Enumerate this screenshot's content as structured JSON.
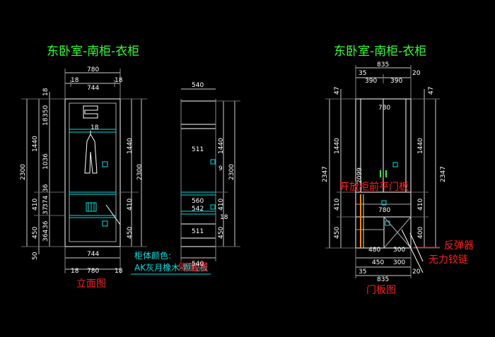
{
  "titles": {
    "left": "东卧室-南柜-衣柜",
    "right": "东卧室-南柜-衣柜"
  },
  "labels": {
    "elevation_view": "立面图",
    "side_view": "侧面图",
    "door_view": "门板图",
    "cabinet_color_title": "柜体颜色:",
    "cabinet_color_value": "AK灰月橡木-颗粒板",
    "open_door_note": "开放柜前平门板",
    "rebound_device": "反弹器",
    "hinge_note": "无力铰链"
  },
  "colors": {
    "green_title": "#33ff33",
    "red_label": "#ff2020",
    "cyan": "#00e0e0",
    "white": "#ffffff"
  },
  "elevation": {
    "top_dims": [
      "780",
      "18",
      "744",
      "18"
    ],
    "bottom_dims": [
      "744",
      "18",
      "780",
      "18"
    ],
    "left_outer": [
      "2300"
    ],
    "left_mid": [
      "1440",
      "410",
      "450",
      "50"
    ],
    "left_inner": [
      "18",
      "350",
      "18",
      "1036",
      "36",
      "37",
      "374",
      "36",
      "364"
    ],
    "right_dims": [
      "1440",
      "2300",
      "410",
      "450"
    ],
    "interior": [
      "18"
    ]
  },
  "side": {
    "top_dim": "540",
    "bottom_dim": "540",
    "interior": [
      "511",
      "560",
      "542",
      "511",
      "9"
    ],
    "right_outer": [
      "2300"
    ],
    "right_mid": [
      "1440",
      "410",
      "450"
    ],
    "right_inner": [
      "18"
    ]
  },
  "door": {
    "top_dims": [
      "835",
      "35",
      "390",
      "390",
      "20"
    ],
    "interior_top": "780",
    "bottom_dims": [
      "480",
      "300",
      "450",
      "300",
      "35",
      "835",
      "20"
    ],
    "left_outer": "2347",
    "left_dims": [
      "47",
      "1440",
      "410",
      "450"
    ],
    "right_outer": "2347",
    "right_dims": [
      "47",
      "1440",
      "410",
      "400"
    ],
    "interior_mid": "780",
    "interior_vert": "2099"
  }
}
